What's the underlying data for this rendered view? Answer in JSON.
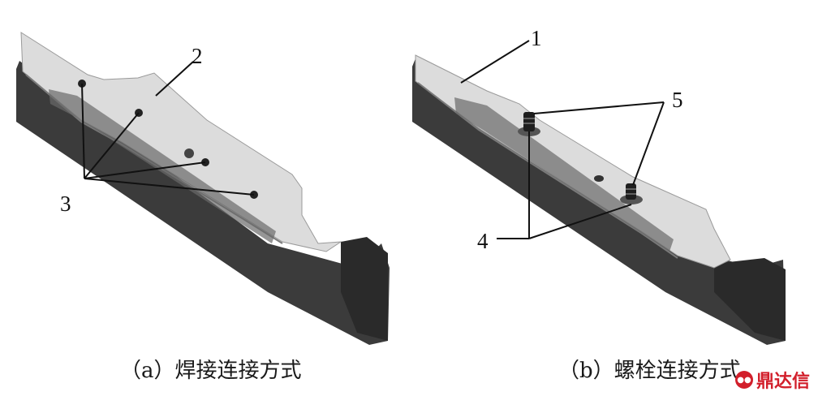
{
  "panels": [
    {
      "id": "a",
      "caption": "（a）焊接连接方式"
    },
    {
      "id": "b",
      "caption": "（b）螺栓连接方式"
    }
  ],
  "callouts": {
    "a_2": "2",
    "a_3": "3",
    "b_1": "1",
    "b_4": "4",
    "b_5": "5"
  },
  "watermark": {
    "text": "鼎达信"
  },
  "colors": {
    "plate": "#d9d9d9",
    "dark": "#3a3a3a",
    "line": "#111111",
    "watermark": "#d21f2b"
  }
}
